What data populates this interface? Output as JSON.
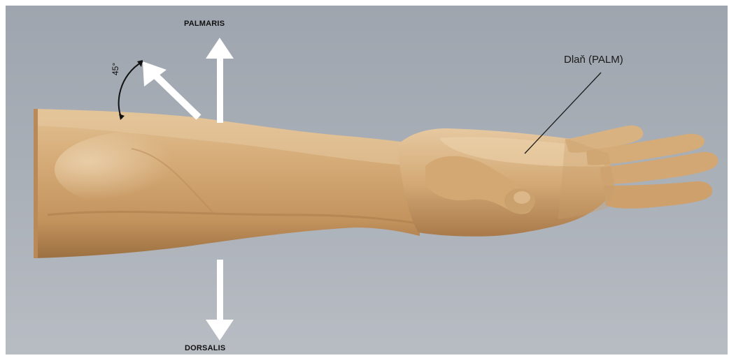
{
  "labels": {
    "palmaris": "PALMARIS",
    "dorsalis": "DORSALIS",
    "palm": "Dlaň (PALM)",
    "angle": "45°"
  },
  "colors": {
    "background": "#a7adb6",
    "skin": "#d3aa7a",
    "arrow": "#ffffff"
  }
}
